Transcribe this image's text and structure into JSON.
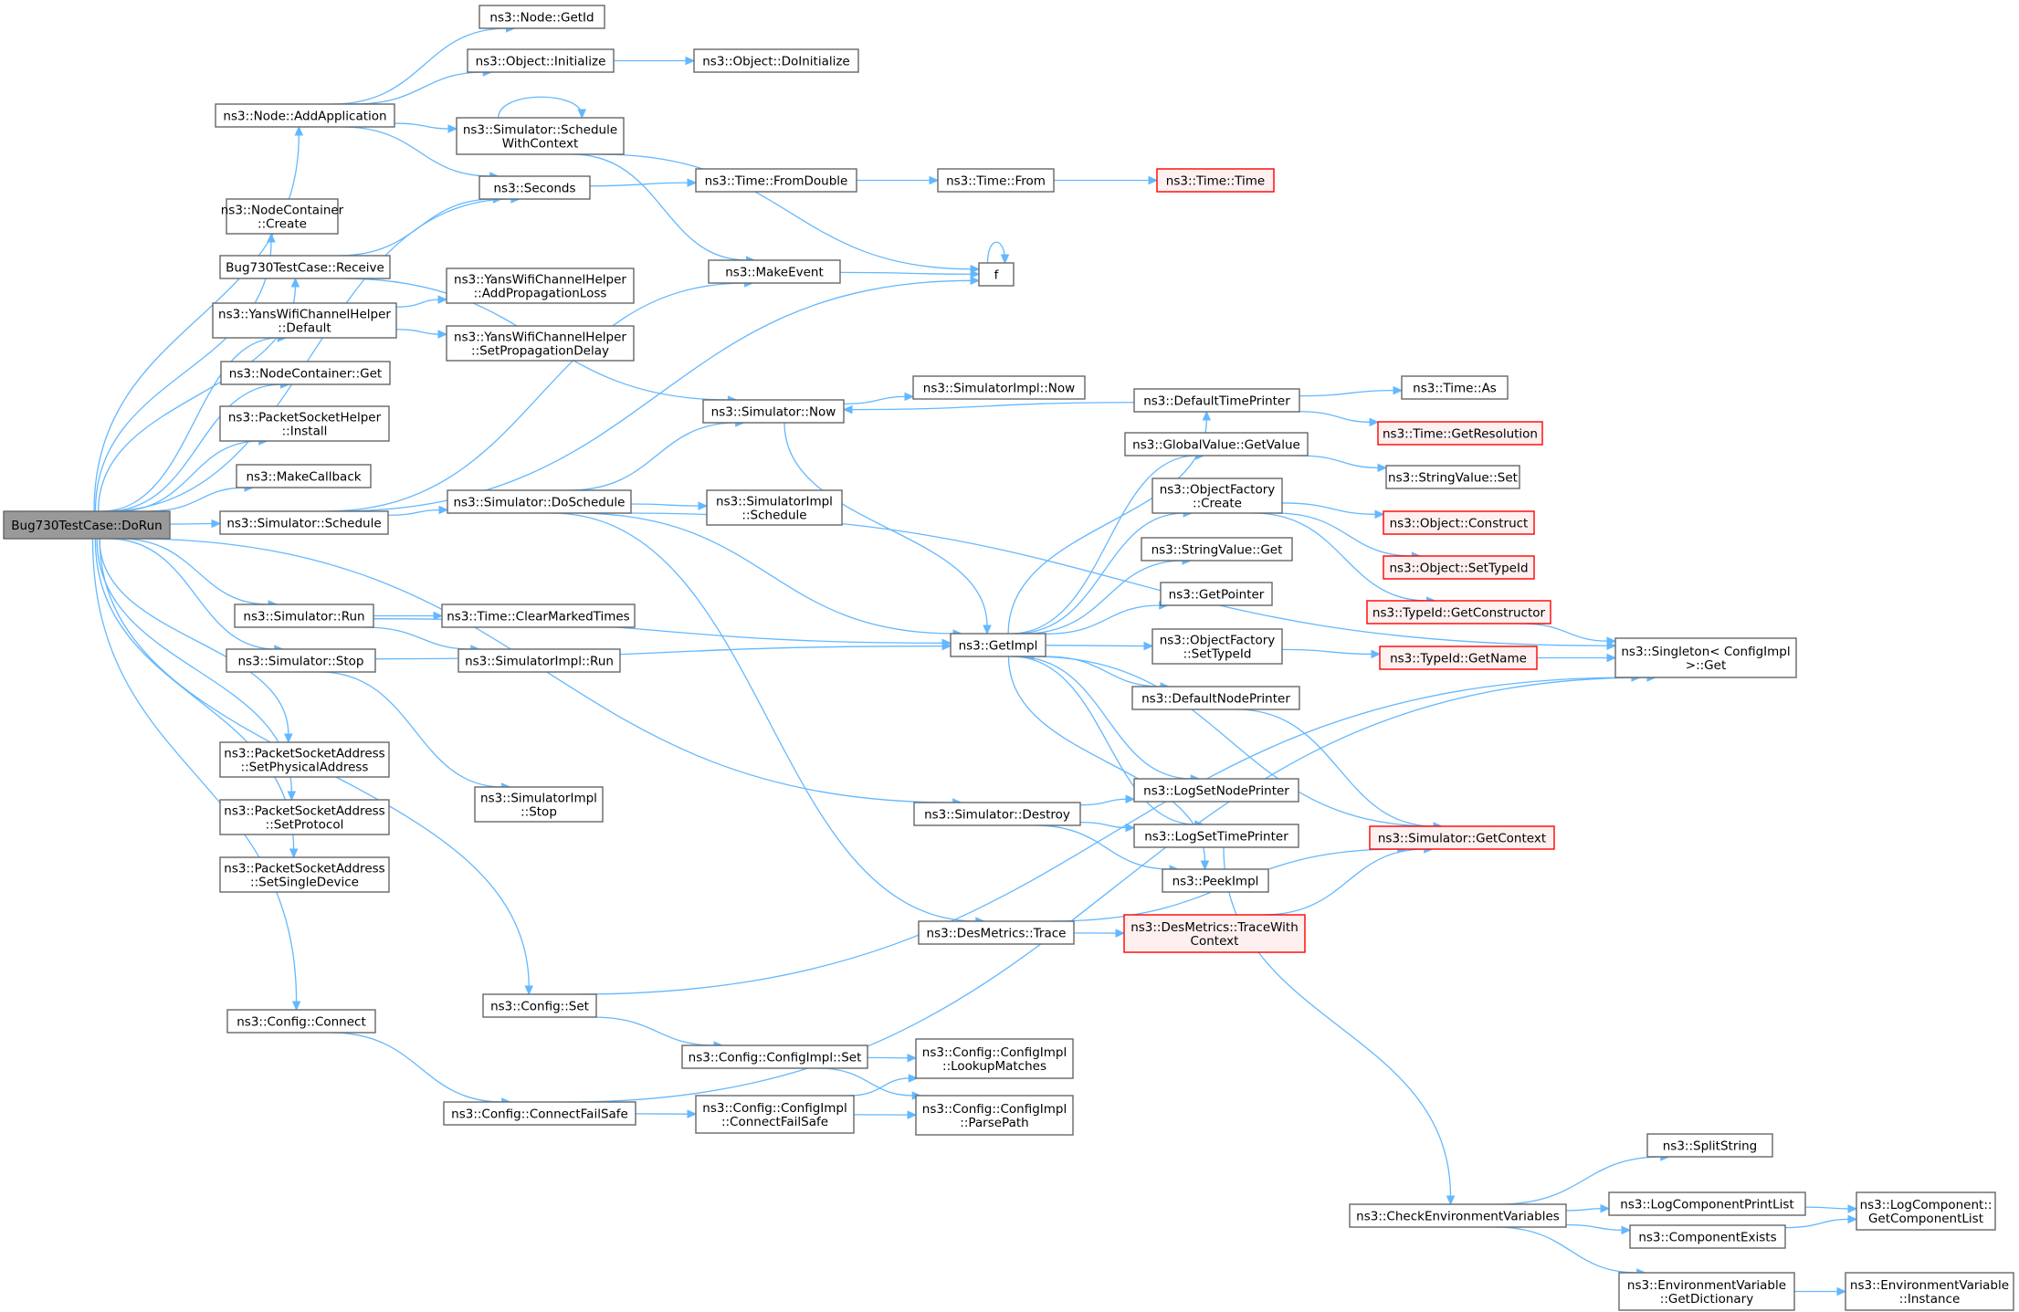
{
  "graph": {
    "nodes": [
      {
        "id": "root",
        "lines": [
          "Bug730TestCase::DoRun"
        ],
        "kind": "root"
      },
      {
        "id": "addapp",
        "lines": [
          "ns3::Node::AddApplication"
        ]
      },
      {
        "id": "getid",
        "lines": [
          "ns3::Node::GetId"
        ]
      },
      {
        "id": "objinit",
        "lines": [
          "ns3::Object::Initialize"
        ]
      },
      {
        "id": "objdoinit",
        "lines": [
          "ns3::Object::DoInitialize"
        ]
      },
      {
        "id": "schedctx",
        "lines": [
          "ns3::Simulator::Schedule",
          "WithContext"
        ]
      },
      {
        "id": "seconds",
        "lines": [
          "ns3::Seconds"
        ]
      },
      {
        "id": "fromdouble",
        "lines": [
          "ns3::Time::FromDouble"
        ]
      },
      {
        "id": "timefrom",
        "lines": [
          "ns3::Time::From"
        ]
      },
      {
        "id": "timetime",
        "lines": [
          "ns3::Time::Time"
        ],
        "kind": "trunc"
      },
      {
        "id": "nccreate",
        "lines": [
          "ns3::NodeContainer",
          "::Create"
        ]
      },
      {
        "id": "receive",
        "lines": [
          "Bug730TestCase::Receive"
        ]
      },
      {
        "id": "makeevent",
        "lines": [
          "ns3::MakeEvent"
        ]
      },
      {
        "id": "f",
        "lines": [
          "f"
        ]
      },
      {
        "id": "yansdef",
        "lines": [
          "ns3::YansWifiChannelHelper",
          "::Default"
        ]
      },
      {
        "id": "addprop",
        "lines": [
          "ns3::YansWifiChannelHelper",
          "::AddPropagationLoss"
        ]
      },
      {
        "id": "setprop",
        "lines": [
          "ns3::YansWifiChannelHelper",
          "::SetPropagationDelay"
        ]
      },
      {
        "id": "ncget",
        "lines": [
          "ns3::NodeContainer::Get"
        ]
      },
      {
        "id": "psinstall",
        "lines": [
          "ns3::PacketSocketHelper",
          "::Install"
        ]
      },
      {
        "id": "makecb",
        "lines": [
          "ns3::MakeCallback"
        ]
      },
      {
        "id": "simsched",
        "lines": [
          "ns3::Simulator::Schedule"
        ]
      },
      {
        "id": "simnow",
        "lines": [
          "ns3::Simulator::Now"
        ]
      },
      {
        "id": "simimplnow",
        "lines": [
          "ns3::SimulatorImpl::Now"
        ]
      },
      {
        "id": "dosched",
        "lines": [
          "ns3::Simulator::DoSchedule"
        ]
      },
      {
        "id": "implsched",
        "lines": [
          "ns3::SimulatorImpl",
          "::Schedule"
        ]
      },
      {
        "id": "simrun",
        "lines": [
          "ns3::Simulator::Run"
        ]
      },
      {
        "id": "clearmarked",
        "lines": [
          "ns3::Time::ClearMarkedTimes"
        ]
      },
      {
        "id": "implrun",
        "lines": [
          "ns3::SimulatorImpl::Run"
        ]
      },
      {
        "id": "simstop",
        "lines": [
          "ns3::Simulator::Stop"
        ]
      },
      {
        "id": "implstop",
        "lines": [
          "ns3::SimulatorImpl",
          "::Stop"
        ]
      },
      {
        "id": "getimpl",
        "lines": [
          "ns3::GetImpl"
        ]
      },
      {
        "id": "deftp",
        "lines": [
          "ns3::DefaultTimePrinter"
        ]
      },
      {
        "id": "timeas",
        "lines": [
          "ns3::Time::As"
        ]
      },
      {
        "id": "getres",
        "lines": [
          "ns3::Time::GetResolution"
        ],
        "kind": "trunc"
      },
      {
        "id": "gvget",
        "lines": [
          "ns3::GlobalValue::GetValue"
        ]
      },
      {
        "id": "svset",
        "lines": [
          "ns3::StringValue::Set"
        ]
      },
      {
        "id": "ofcreate",
        "lines": [
          "ns3::ObjectFactory",
          "::Create"
        ]
      },
      {
        "id": "objconstruct",
        "lines": [
          "ns3::Object::Construct"
        ],
        "kind": "trunc"
      },
      {
        "id": "objsettypeid",
        "lines": [
          "ns3::Object::SetTypeId"
        ],
        "kind": "trunc"
      },
      {
        "id": "getctor",
        "lines": [
          "ns3::TypeId::GetConstructor"
        ],
        "kind": "trunc"
      },
      {
        "id": "svget",
        "lines": [
          "ns3::StringValue::Get"
        ]
      },
      {
        "id": "getptr",
        "lines": [
          "ns3::GetPointer"
        ]
      },
      {
        "id": "ofsettypeid",
        "lines": [
          "ns3::ObjectFactory",
          "::SetTypeId"
        ]
      },
      {
        "id": "getname",
        "lines": [
          "ns3::TypeId::GetName"
        ],
        "kind": "trunc"
      },
      {
        "id": "singleton",
        "lines": [
          "ns3::Singleton< ConfigImpl",
          " >::Get"
        ]
      },
      {
        "id": "defnp",
        "lines": [
          "ns3::DefaultNodePrinter"
        ]
      },
      {
        "id": "psaphys",
        "lines": [
          "ns3::PacketSocketAddress",
          "::SetPhysicalAddress"
        ]
      },
      {
        "id": "psaproto",
        "lines": [
          "ns3::PacketSocketAddress",
          "::SetProtocol"
        ]
      },
      {
        "id": "psasingle",
        "lines": [
          "ns3::PacketSocketAddress",
          "::SetSingleDevice"
        ]
      },
      {
        "id": "simdestroy",
        "lines": [
          "ns3::Simulator::Destroy"
        ]
      },
      {
        "id": "logsetnp",
        "lines": [
          "ns3::LogSetNodePrinter"
        ]
      },
      {
        "id": "logsettp",
        "lines": [
          "ns3::LogSetTimePrinter"
        ]
      },
      {
        "id": "getctx",
        "lines": [
          "ns3::Simulator::GetContext"
        ],
        "kind": "trunc"
      },
      {
        "id": "peekimpl",
        "lines": [
          "ns3::PeekImpl"
        ]
      },
      {
        "id": "desmtrace",
        "lines": [
          "ns3::DesMetrics::Trace"
        ]
      },
      {
        "id": "desmtwc",
        "lines": [
          "ns3::DesMetrics::TraceWith",
          "Context"
        ],
        "kind": "trunc"
      },
      {
        "id": "cfgconnect",
        "lines": [
          "ns3::Config::Connect"
        ]
      },
      {
        "id": "cfgset",
        "lines": [
          "ns3::Config::Set"
        ]
      },
      {
        "id": "cfgimplset",
        "lines": [
          "ns3::Config::ConfigImpl::Set"
        ]
      },
      {
        "id": "lookup",
        "lines": [
          "ns3::Config::ConfigImpl",
          "::LookupMatches"
        ]
      },
      {
        "id": "cfgcfs",
        "lines": [
          "ns3::Config::ConnectFailSafe"
        ]
      },
      {
        "id": "implcfs",
        "lines": [
          "ns3::Config::ConfigImpl",
          "::ConnectFailSafe"
        ]
      },
      {
        "id": "parsepath",
        "lines": [
          "ns3::Config::ConfigImpl",
          "::ParsePath"
        ]
      },
      {
        "id": "splitstr",
        "lines": [
          "ns3::SplitString"
        ]
      },
      {
        "id": "checkenv",
        "lines": [
          "ns3::CheckEnvironmentVariables"
        ]
      },
      {
        "id": "lcprint",
        "lines": [
          "ns3::LogComponentPrintList"
        ]
      },
      {
        "id": "lcgetlist",
        "lines": [
          "ns3::LogComponent::",
          "GetComponentList"
        ]
      },
      {
        "id": "compexists",
        "lines": [
          "ns3::ComponentExists"
        ]
      },
      {
        "id": "envgetdict",
        "lines": [
          "ns3::EnvironmentVariable",
          "::GetDictionary"
        ]
      },
      {
        "id": "envinst",
        "lines": [
          "ns3::EnvironmentVariable",
          "::Instance"
        ]
      }
    ],
    "edges": [
      [
        "root",
        "addapp"
      ],
      [
        "root",
        "seconds"
      ],
      [
        "root",
        "nccreate"
      ],
      [
        "root",
        "receive"
      ],
      [
        "root",
        "yansdef"
      ],
      [
        "root",
        "ncget"
      ],
      [
        "root",
        "psinstall"
      ],
      [
        "root",
        "makecb"
      ],
      [
        "root",
        "simsched"
      ],
      [
        "root",
        "simrun"
      ],
      [
        "root",
        "simstop"
      ],
      [
        "root",
        "psaphys"
      ],
      [
        "root",
        "psaproto"
      ],
      [
        "root",
        "psasingle"
      ],
      [
        "root",
        "simdestroy"
      ],
      [
        "root",
        "cfgconnect"
      ],
      [
        "root",
        "cfgset"
      ],
      [
        "addapp",
        "getid"
      ],
      [
        "addapp",
        "objinit"
      ],
      [
        "addapp",
        "schedctx"
      ],
      [
        "addapp",
        "seconds"
      ],
      [
        "objinit",
        "objdoinit"
      ],
      [
        "schedctx",
        "schedctx"
      ],
      [
        "schedctx",
        "makeevent"
      ],
      [
        "schedctx",
        "f"
      ],
      [
        "seconds",
        "fromdouble"
      ],
      [
        "fromdouble",
        "timefrom"
      ],
      [
        "timefrom",
        "timetime"
      ],
      [
        "receive",
        "seconds"
      ],
      [
        "receive",
        "simnow"
      ],
      [
        "makeevent",
        "f"
      ],
      [
        "f",
        "f"
      ],
      [
        "yansdef",
        "addprop"
      ],
      [
        "yansdef",
        "setprop"
      ],
      [
        "simsched",
        "makeevent"
      ],
      [
        "simsched",
        "f"
      ],
      [
        "simsched",
        "dosched"
      ],
      [
        "dosched",
        "simnow"
      ],
      [
        "dosched",
        "getimpl"
      ],
      [
        "dosched",
        "implsched"
      ],
      [
        "dosched",
        "desmtrace"
      ],
      [
        "dosched",
        "singleton"
      ],
      [
        "simnow",
        "simimplnow"
      ],
      [
        "simnow",
        "getimpl"
      ],
      [
        "simrun",
        "clearmarked"
      ],
      [
        "simrun",
        "implrun"
      ],
      [
        "simrun",
        "getimpl"
      ],
      [
        "simstop",
        "implstop"
      ],
      [
        "simstop",
        "getimpl"
      ],
      [
        "getimpl",
        "deftp"
      ],
      [
        "getimpl",
        "gvget"
      ],
      [
        "getimpl",
        "ofcreate"
      ],
      [
        "getimpl",
        "svget"
      ],
      [
        "getimpl",
        "getptr"
      ],
      [
        "getimpl",
        "ofsettypeid"
      ],
      [
        "getimpl",
        "defnp"
      ],
      [
        "getimpl",
        "logsetnp"
      ],
      [
        "getimpl",
        "logsettp"
      ],
      [
        "getimpl",
        "peekimpl"
      ],
      [
        "deftp",
        "simnow"
      ],
      [
        "deftp",
        "timeas"
      ],
      [
        "deftp",
        "getres"
      ],
      [
        "gvget",
        "svset"
      ],
      [
        "ofcreate",
        "objconstruct"
      ],
      [
        "ofcreate",
        "objsettypeid"
      ],
      [
        "ofcreate",
        "getctor"
      ],
      [
        "getctor",
        "singleton"
      ],
      [
        "ofsettypeid",
        "getname"
      ],
      [
        "getname",
        "singleton"
      ],
      [
        "defnp",
        "getctx"
      ],
      [
        "getctx",
        "getimpl"
      ],
      [
        "simdestroy",
        "logsetnp"
      ],
      [
        "simdestroy",
        "logsettp"
      ],
      [
        "simdestroy",
        "peekimpl"
      ],
      [
        "logsettp",
        "checkenv"
      ],
      [
        "desmtrace",
        "desmtwc"
      ],
      [
        "desmtrace",
        "getctx"
      ],
      [
        "desmtwc",
        "getctx"
      ],
      [
        "cfgconnect",
        "cfgcfs"
      ],
      [
        "cfgset",
        "cfgimplset"
      ],
      [
        "cfgset",
        "singleton"
      ],
      [
        "cfgimplset",
        "lookup"
      ],
      [
        "cfgimplset",
        "parsepath"
      ],
      [
        "cfgcfs",
        "implcfs"
      ],
      [
        "cfgcfs",
        "singleton"
      ],
      [
        "implcfs",
        "lookup"
      ],
      [
        "implcfs",
        "parsepath"
      ],
      [
        "checkenv",
        "splitstr"
      ],
      [
        "checkenv",
        "lcprint"
      ],
      [
        "checkenv",
        "compexists"
      ],
      [
        "checkenv",
        "envgetdict"
      ],
      [
        "lcprint",
        "lcgetlist"
      ],
      [
        "compexists",
        "lcgetlist"
      ],
      [
        "envgetdict",
        "envinst"
      ]
    ]
  }
}
